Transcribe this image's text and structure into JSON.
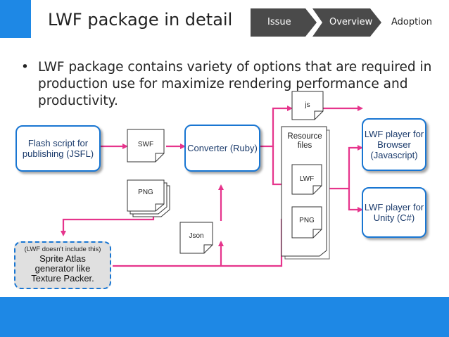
{
  "header": {
    "title": "LWF package in detail",
    "nav_steps": [
      "Issue",
      "Overview",
      "Adoption"
    ],
    "active_step": "Adoption",
    "colors": {
      "accent": "#1e88e5",
      "nav_dark": "#4a4a4a",
      "nav_active_bg": "#ffffff"
    }
  },
  "bullet": {
    "symbol": "•",
    "text": "LWF package contains variety of options that are required in production use for maximize rendering performance and productivity."
  },
  "diagram": {
    "flash_script": "Flash script for publishing (JSFL)",
    "converter": "Converter (Ruby)",
    "resource_files": "Resource files",
    "player_browser": "LWF player for Browser (Javascript)",
    "player_unity": "LWF player for Unity (C#)",
    "atlas_note": "(LWF doesn't include this)",
    "atlas_title": "Sprite Atlas generator like Texture Packer.",
    "doc_swf": "SWF",
    "doc_png": "PNG",
    "doc_json": "Json",
    "doc_js": "js",
    "doc_lwf": "LWF",
    "doc_png2": "PNG",
    "colors": {
      "box_border": "#1976d2",
      "arrow": "#e6348c"
    }
  }
}
